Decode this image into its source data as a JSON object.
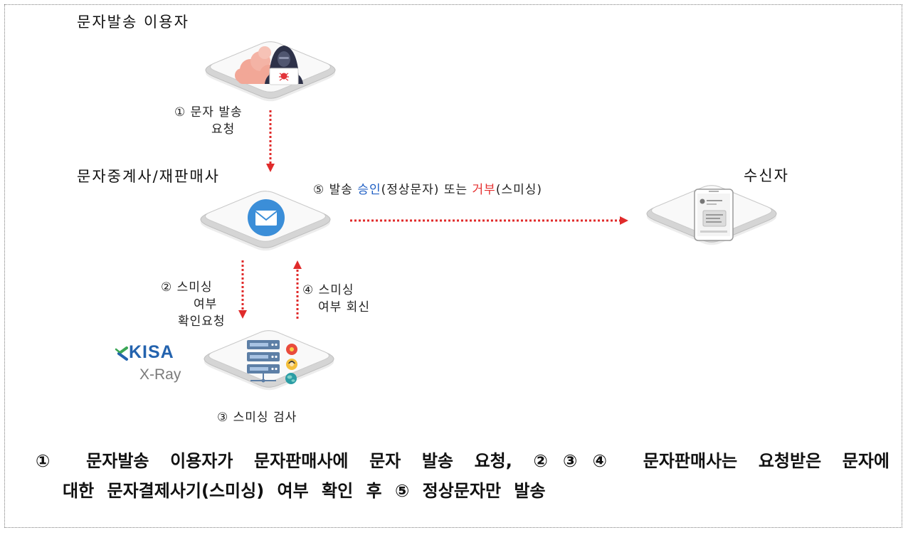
{
  "sender": {
    "title": "문자발송 이용자",
    "icon": "hacker-laptop-icon"
  },
  "relay": {
    "title": "문자중계사/재판매사",
    "icon": "envelope-icon"
  },
  "receiver": {
    "title": "수신자",
    "icon": "phone-message-icon"
  },
  "kisa": {
    "logo_name": "KISA",
    "logo_product": "X-Ray",
    "icon": "server-rack-icon"
  },
  "steps": {
    "step1": {
      "line1": "① 문자 발송",
      "line2": "요청"
    },
    "step2": {
      "line1": "② 스미싱",
      "line2": "여부",
      "line3": "확인요청"
    },
    "step3": {
      "line1": "③ 스미싱 검사"
    },
    "step4": {
      "line1": "④ 스미싱",
      "line2": "여부 회신"
    },
    "step5": {
      "prefix": "⑤ 발송 ",
      "approve": "승인",
      "middle": "(정상문자) 또는 ",
      "reject": "거부",
      "suffix": "(스미싱)"
    }
  },
  "caption": {
    "line1": "① 문자발송 이용자가 문자판매사에 문자 발송 요청, ②③④ 문자판매사는 요청받은 문자에",
    "line2": "대한 문자결제사기(스미싱) 여부 확인 후 ⑤ 정상문자만 발송"
  },
  "colors": {
    "arrow": "#e02b2b",
    "approve": "#1f5fc4",
    "reject": "#e53030",
    "kisa_blue": "#2463ae",
    "kisa_green": "#3aa655",
    "envelope_circle": "#3b8ed8"
  }
}
